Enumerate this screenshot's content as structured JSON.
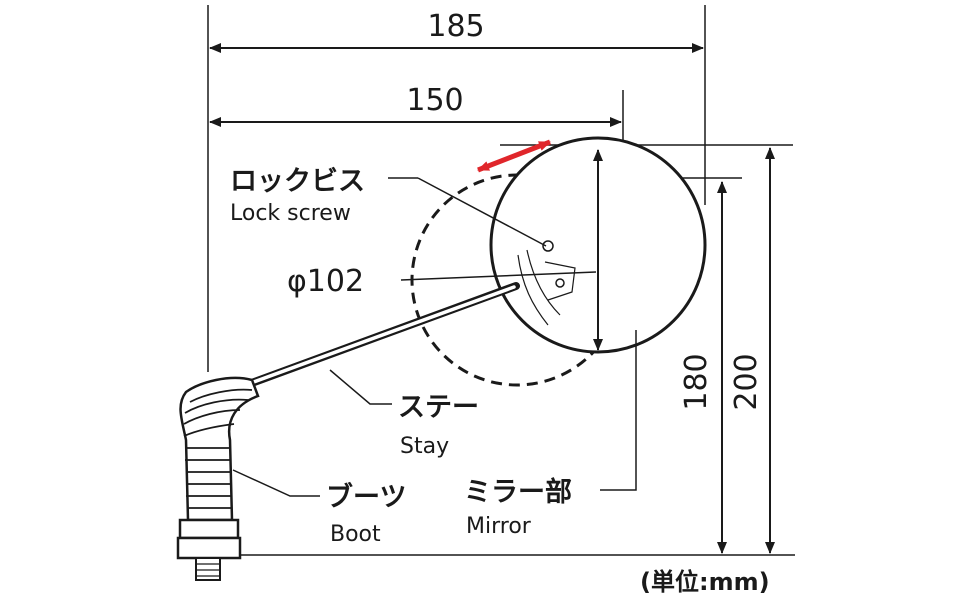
{
  "dimensions": {
    "overall_width": "185",
    "stay_width": "150",
    "mirror_diameter": "φ102",
    "mirror_height": "180",
    "overall_height": "200",
    "unit_note": "(単位:mm)"
  },
  "labels": {
    "lock_screw": {
      "jp": "ロックビス",
      "en": "Lock screw"
    },
    "stay": {
      "jp": "ステー",
      "en": "Stay"
    },
    "boot": {
      "jp": "ブーツ",
      "en": "Boot"
    },
    "mirror": {
      "jp": "ミラー部",
      "en": "Mirror"
    }
  },
  "colors": {
    "line": "#1a1a1a",
    "adjust_arrow": "#e0262b"
  }
}
